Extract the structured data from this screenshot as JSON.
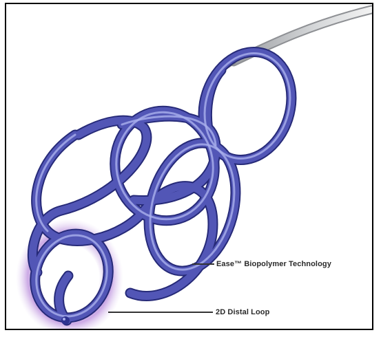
{
  "annotations": {
    "ease_label": "Ease™ Biopolymer Technology",
    "distal_loop_label": "2D Distal Loop"
  },
  "colors": {
    "coil": "#5256b6",
    "coil_dark": "#262a78",
    "coil_highlight": "#aab0ee",
    "glow": "#b28ad8",
    "pusher_wire": "#c4c6c8",
    "leader_line": "#333333"
  },
  "icons": [
    "embolization-coil-illustration"
  ]
}
